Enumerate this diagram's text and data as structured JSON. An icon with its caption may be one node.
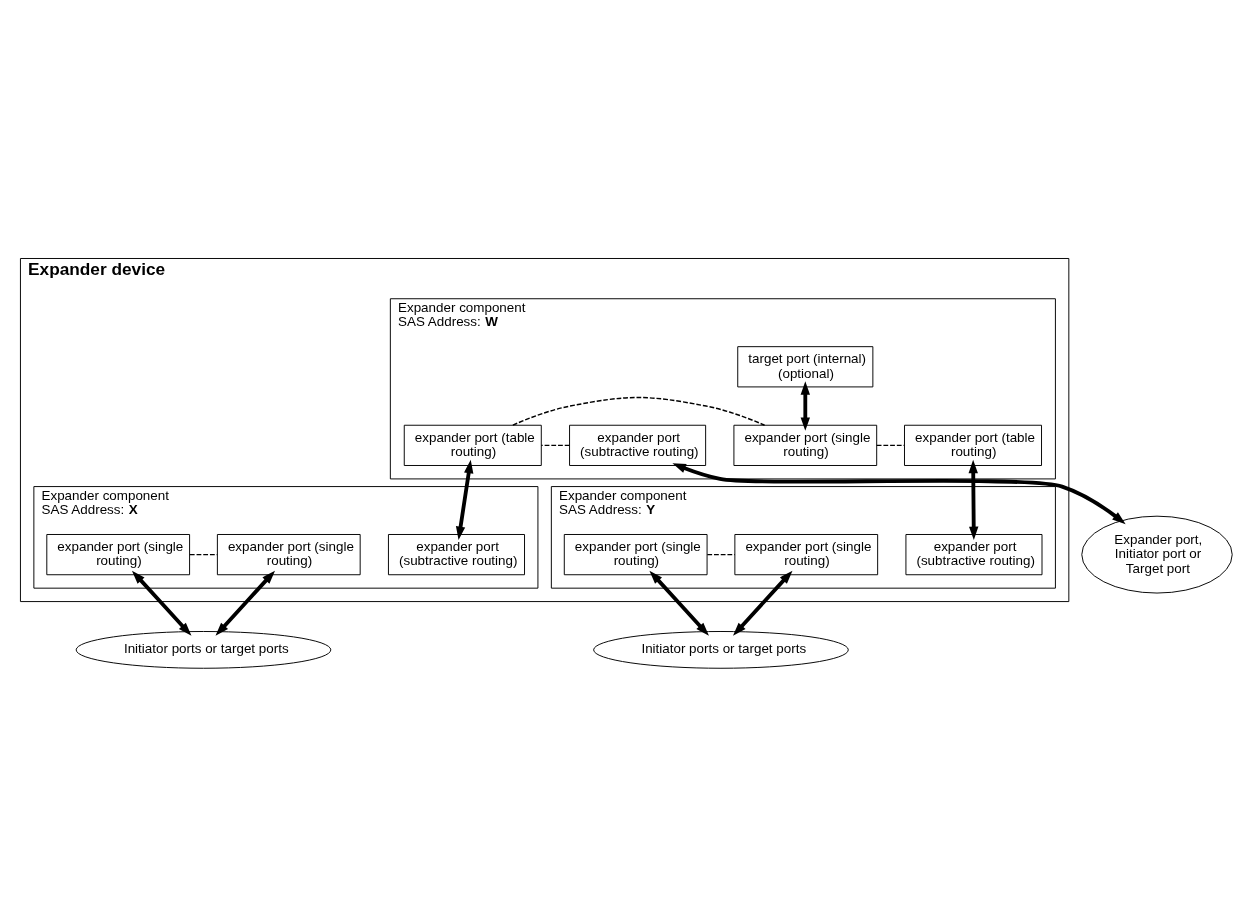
{
  "diagram": {
    "nodes": [
      {
        "text": [
          "Expander device"
        ]
      },
      {
        "text": [
          "Expander component",
          "SAS Address: **W**"
        ],
        "in": 0
      },
      {
        "text": [
          "target port (internal) (optional)"
        ],
        "in": 1
      },
      {
        "text": [
          "expander port (subtractive routing)"
        ],
        "in": 1
      },
      {
        "text": [
          "expander port (table routing)"
        ],
        "in": 1
      },
      {
        "text": [
          "expander port (single routing)"
        ],
        "in": 1
      },
      {
        "text": [
          "expander port (table routing)"
        ],
        "in": 1
      },
      {
        "text": [
          "Expander component",
          "SAS Address: **X**"
        ],
        "in": 0
      },
      {
        "text": [
          "expander port (subtractive routing)"
        ],
        "in": 7
      },
      {
        "text": [
          "expander port (single routing)"
        ],
        "in": 7
      },
      {
        "text": [
          "expander port (single routing)"
        ],
        "in": 7
      },
      {
        "text": [
          "Expander component",
          "SAS Address: **Y**"
        ],
        "in": 0
      },
      {
        "text": [
          "expander port (subtractive routing)"
        ],
        "in": 11
      },
      {
        "text": [
          "expander port (single routing)"
        ],
        "in": 11
      },
      {
        "text": [
          "expander port (single routing)"
        ],
        "in": 11
      },
      {
        "text": [
          "Expander port, Initiator port or Target port"
        ]
      },
      {
        "text": [
          "Initiator ports or target ports"
        ]
      },
      {
        "text": [
          "Initiator ports or target ports"
        ]
      }
    ],
    "edges": [
      {
        "from": 2,
        "to": 5,
        "arrow": "both"
      },
      {
        "from": 3,
        "to": 4,
        "arrow": "none",
        "style": "dashed"
      },
      {
        "from": 4,
        "to": 5,
        "arrow": "none",
        "style": "dashed"
      },
      {
        "from": 5,
        "to": 6,
        "arrow": "none",
        "style": "dashed"
      },
      {
        "from": 4,
        "to": 8,
        "arrow": "both"
      },
      {
        "from": 6,
        "to": 12,
        "arrow": "both"
      },
      {
        "from": 9,
        "to": 10,
        "arrow": "none",
        "style": "dashed"
      },
      {
        "from": 13,
        "to": 14,
        "arrow": "none",
        "style": "dashed"
      },
      {
        "from": 3,
        "to": 15,
        "arrow": "both"
      },
      {
        "from": 9,
        "to": 16,
        "arrow": "both"
      },
      {
        "from": 10,
        "to": 16,
        "arrow": "both"
      },
      {
        "from": 13,
        "to": 17,
        "arrow": "both"
      },
      {
        "from": 14,
        "to": 17,
        "arrow": "both"
      }
    ]
  }
}
